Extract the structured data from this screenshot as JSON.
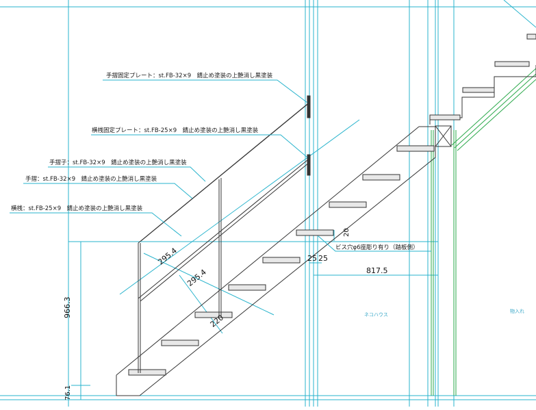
{
  "drawing": {
    "colors": {
      "construction": "#27b3cc",
      "green": "#2aa84a",
      "stroke": "#333333",
      "tread_fill": "#e8e8e8"
    },
    "labels": {
      "handrail_plate": "手摺固定プレート：st.FB-32×9　錆止め塗装の上艶消し黒塗装",
      "rail_plate": "横桟固定プレート：st.FB-25×9　錆止め塗装の上艶消し黒塗装",
      "baluster": "手摺子：st.FB-32×9　錆止め塗装の上艶消し黒塗装",
      "handrail": "手摺：st.FB-32×9　錆止め塗装の上艶消し黒塗装",
      "rail": "横桟：st.FB-25×9　錆止め塗装の上艶消し黒塗装"
    },
    "annotation_screw": "ビス穴φ6座彫り有り（踏板側）",
    "dimensions": {
      "diag_a": "295.4",
      "diag_b": "295.4",
      "tread": "220",
      "gap_a": "25",
      "gap_b": "25",
      "offset_20": "20",
      "span": "817.5",
      "height_total": "966.3",
      "height_base": "76.1"
    },
    "areas": {
      "neko_house": "ネコハウス",
      "storage": "物入れ"
    }
  }
}
